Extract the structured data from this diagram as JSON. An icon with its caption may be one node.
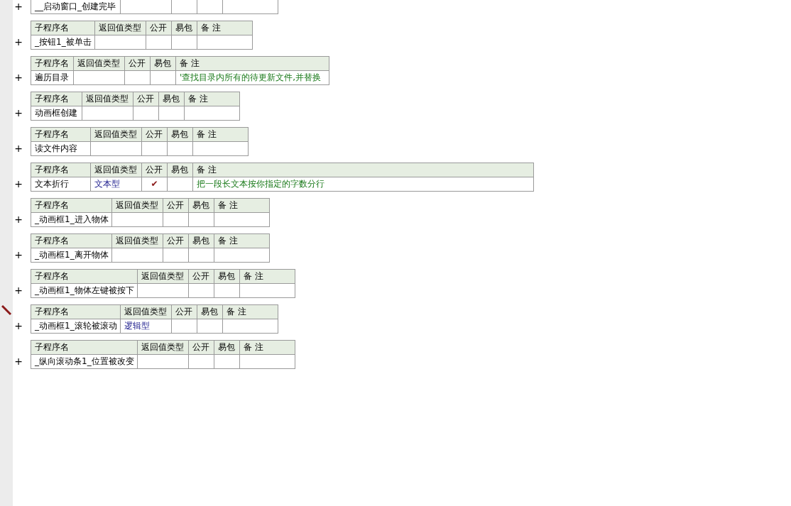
{
  "diagram": {
    "labels": [
      "+",
      "__启动窗口_创建完毕",
      "子程序名",
      "返回值类型",
      "公开",
      "易包",
      "备 注",
      "+",
      "_按钮1_被单击",
      "子程序名",
      "返回值类型",
      "公开",
      "易包",
      "备 注",
      "+",
      "遍历目录",
      "'查找目录内所有的待更新文件,并替换",
      "子程序名",
      "返回值类型",
      "公开",
      "易包",
      "备 注",
      "+",
      "动画框创建",
      "子程序名",
      "返回值类型",
      "公开",
      "易包",
      "备 注",
      "+",
      "读文件内容",
      "子程序名",
      "返回值类型",
      "公开",
      "易包",
      "备 注",
      "+",
      "文本折行",
      "文本型",
      "✔",
      "把一段长文本按你指定的字数分行",
      "子程序名",
      "返回值类型",
      "公开",
      "易包",
      "备 注",
      "+",
      "_动画框1_进入物体",
      "子程序名",
      "返回值类型",
      "公开",
      "易包",
      "备 注",
      "+",
      "_动画框1_离开物体",
      "子程序名",
      "返回值类型",
      "公开",
      "易包",
      "备 注",
      "+",
      "_动画框1_物体左键被按下",
      "子程序名",
      "返回值类型",
      "公开",
      "易包",
      "备 注",
      "+",
      "_动画框1_滚轮被滚动",
      "逻辑型",
      "子程序名",
      "返回值类型",
      "公开",
      "易包",
      "备 注",
      "+",
      "_纵向滚动条1_位置被改变"
    ]
  }
}
